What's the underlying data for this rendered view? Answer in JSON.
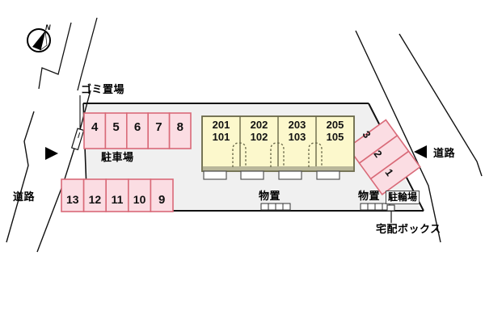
{
  "plan": {
    "title": "apartment-site-plan",
    "colors": {
      "site_fill": "#f0f0f0",
      "stall_fill": "#fbdde3",
      "stall_stroke": "#d96a78",
      "building_fill": "#fcf8cc",
      "building_stroke": "#6b6a4a",
      "line": "#111111",
      "white": "#ffffff"
    }
  },
  "compass": {
    "label": "N",
    "icon": "compass-north-icon"
  },
  "roads": [
    {
      "name": "road-left",
      "label": "道路"
    },
    {
      "name": "road-right",
      "label": "道路"
    }
  ],
  "entrances": [
    {
      "name": "entrance-arrow-left",
      "icon": "triangle-right-icon"
    },
    {
      "name": "entrance-arrow-right",
      "icon": "triangle-left-icon"
    }
  ],
  "labels": {
    "gomi": "ゴミ置場",
    "parking": "駐車場",
    "storage_center": "物置",
    "storage_right": "物置",
    "bicycle": "駐輪場",
    "delivery_box": "宅配ボックス"
  },
  "parking_rows": {
    "upper": {
      "name": "parking-row-upper",
      "stalls": [
        "4",
        "5",
        "6",
        "7",
        "8"
      ]
    },
    "lower": {
      "name": "parking-row-lower",
      "stalls": [
        "13",
        "12",
        "11",
        "10",
        "9"
      ]
    },
    "angled": {
      "name": "parking-row-angled",
      "stalls": [
        "3",
        "2",
        "1"
      ]
    }
  },
  "building": {
    "name": "apartment-building",
    "units": [
      {
        "upper": "201",
        "lower": "101"
      },
      {
        "upper": "202",
        "lower": "102"
      },
      {
        "upper": "203",
        "lower": "103"
      },
      {
        "upper": "205",
        "lower": "105"
      }
    ]
  }
}
